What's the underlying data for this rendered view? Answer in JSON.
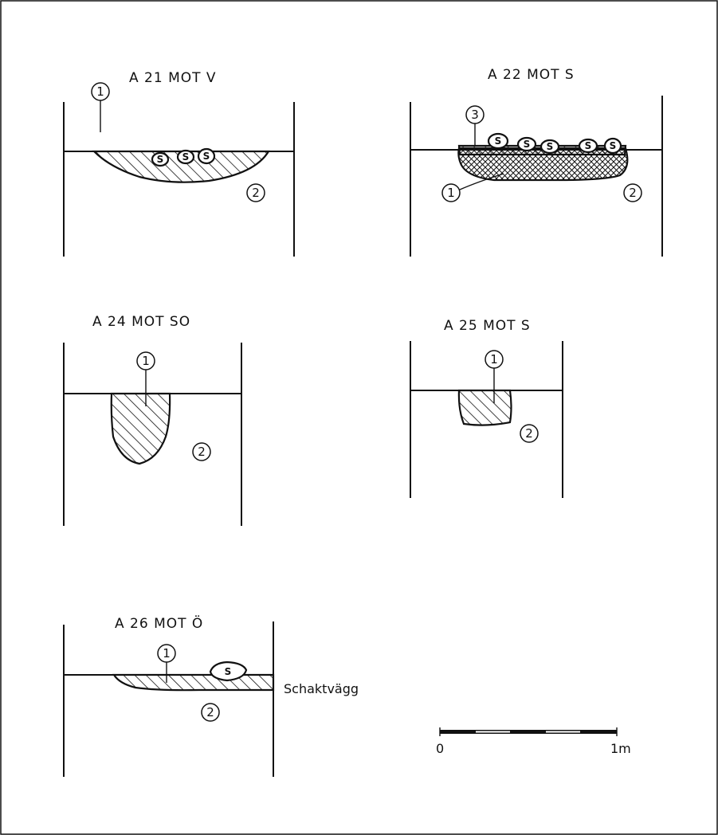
{
  "sections": {
    "a21": {
      "title": "A 21 MOT V",
      "labels": [
        "1",
        "2"
      ],
      "stone_label": "S"
    },
    "a22": {
      "title": "A 22 MOT S",
      "labels": [
        "3",
        "1",
        "2"
      ],
      "stone_label": "S"
    },
    "a24": {
      "title": "A 24 MOT SO",
      "labels": [
        "1",
        "2"
      ]
    },
    "a25": {
      "title": "A 25 MOT S",
      "labels": [
        "1",
        "2"
      ]
    },
    "a26": {
      "title": "A 26 MOT Ö",
      "labels": [
        "1",
        "2"
      ],
      "stone_label": "S",
      "wall_label": "Schaktvägg"
    }
  },
  "scale_bar": {
    "start_label": "0",
    "end_label": "1m"
  }
}
